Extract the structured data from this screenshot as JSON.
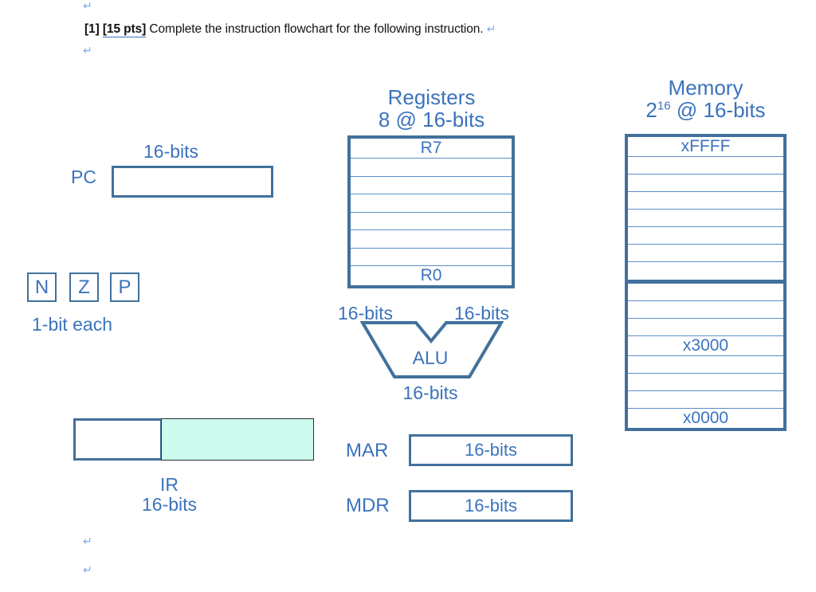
{
  "document": {
    "header": {
      "number": "[1]",
      "points": "[15 pts]",
      "prompt": "Complete the instruction flowchart for the following instruction.",
      "pilcrow": "↵"
    },
    "paragraph_marks": {
      "top": "↵",
      "after_header": "↵",
      "bottom_1": "↵",
      "bottom_2": "↵"
    }
  },
  "pc": {
    "label": "PC",
    "width_label": "16-bits",
    "value": ""
  },
  "condition_codes": {
    "flags": [
      "N",
      "Z",
      "P"
    ],
    "caption": "1-bit each"
  },
  "ir": {
    "label": "IR",
    "width_label": "16-bits",
    "left_value": "",
    "right_value": "",
    "highlight_color": "#CCFAEE"
  },
  "registers": {
    "title": "Registers",
    "subtitle": "8 @ 16-bits",
    "rows": [
      "R7",
      "",
      "",
      "",
      "",
      "",
      "",
      "R0"
    ]
  },
  "alu": {
    "label": "ALU",
    "input_left": "16-bits",
    "input_right": "16-bits",
    "output": "16-bits"
  },
  "mar": {
    "label": "MAR",
    "value": "16-bits"
  },
  "mdr": {
    "label": "MDR",
    "value": "16-bits"
  },
  "memory": {
    "title": "Memory",
    "subtitle_base": "2",
    "subtitle_exp": "16",
    "subtitle_rest": " @ 16-bits",
    "rows": [
      "xFFFF",
      "",
      "",
      "",
      "",
      "",
      "",
      "",
      "",
      "",
      "",
      "x3000",
      "",
      "",
      "",
      "x0000"
    ],
    "thick_divider_after_row": 8
  },
  "colors": {
    "border_blue": "#41719C",
    "text_blue": "#3B73BD",
    "grid_blue": "#5B8FC9",
    "pilcrow_blue": "#78AEEE",
    "mint_highlight": "#CCFAEE"
  }
}
